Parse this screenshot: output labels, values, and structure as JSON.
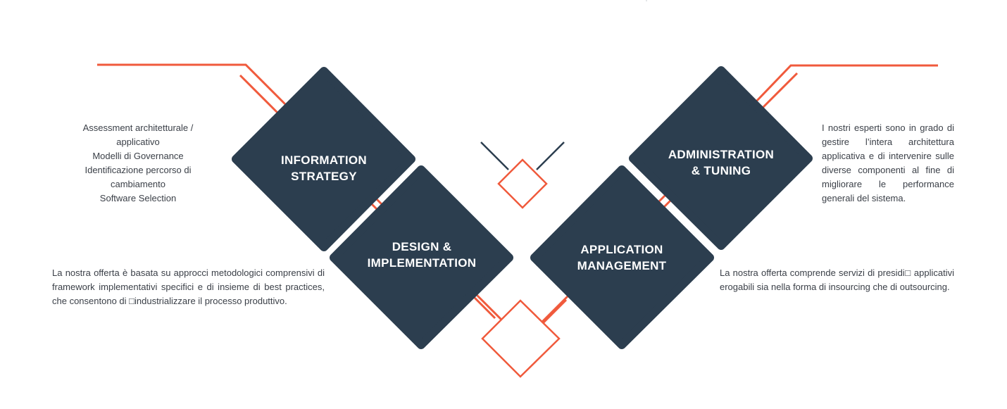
{
  "colors": {
    "diamond_fill": "#2c3e4f",
    "accent_line": "#f05a3c",
    "dark_line": "#2c3e4f",
    "text": "#3a3f47"
  },
  "diamonds": {
    "information_strategy": "INFORMATION\nSTRATEGY",
    "design_implementation": "DESIGN &\nIMPLEMENTATION",
    "application_management": "APPLICATION\nMANAGEMENT",
    "administration_tuning": "ADMINISTRATION\n& TUNING"
  },
  "descriptions": {
    "information_strategy_items": [
      "Assessment architetturale /",
      "applicativo",
      "Modelli di Governance",
      "Identificazione percorso di",
      "cambiamento",
      "Software  Selection"
    ],
    "design_implementation": "La nostra offerta è basata su approcci metodologici comprensivi di  framework implementativi specifici  e di insieme di best practices, che consentono di □industrializzare il processo produttivo.",
    "administration_tuning": "I nostri esperti sono in grado di gestire l’intera architettura applicativa e di intervenire sulle diverse componenti al fine di migliorare le performance generali del sistema.",
    "application_management": "La nostra offerta comprende servizi di presidi□ applicativi  erogabili sia  nella forma di insourcing che di outsourcing."
  }
}
